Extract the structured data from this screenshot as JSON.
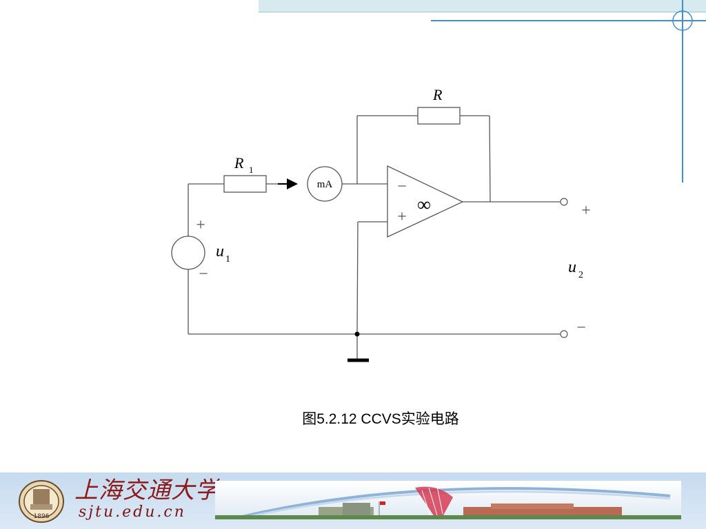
{
  "diagram": {
    "labels": {
      "r_feedback": "R",
      "r1_main": "R",
      "r1_sub": "1",
      "ammeter": "mA",
      "opamp_inverting": "−",
      "opamp_noninverting": "+",
      "opamp_gain": "∞",
      "u1_main": "u",
      "u1_sub": "1",
      "u1_plus": "+",
      "u1_minus": "−",
      "u2_main": "u",
      "u2_sub": "2",
      "u2_plus": "+",
      "u2_minus": "−"
    },
    "caption": "图5.2.12  CCVS实验电路"
  },
  "footer": {
    "university_name": "上海交通大学",
    "university_url": "sjtu.edu.cn",
    "seal_year": "1896"
  },
  "colors": {
    "top_band": "#d6eaf0",
    "accent_line": "#3d8fd6",
    "footer_bg": "#c6dbef",
    "wire": "#555555"
  }
}
